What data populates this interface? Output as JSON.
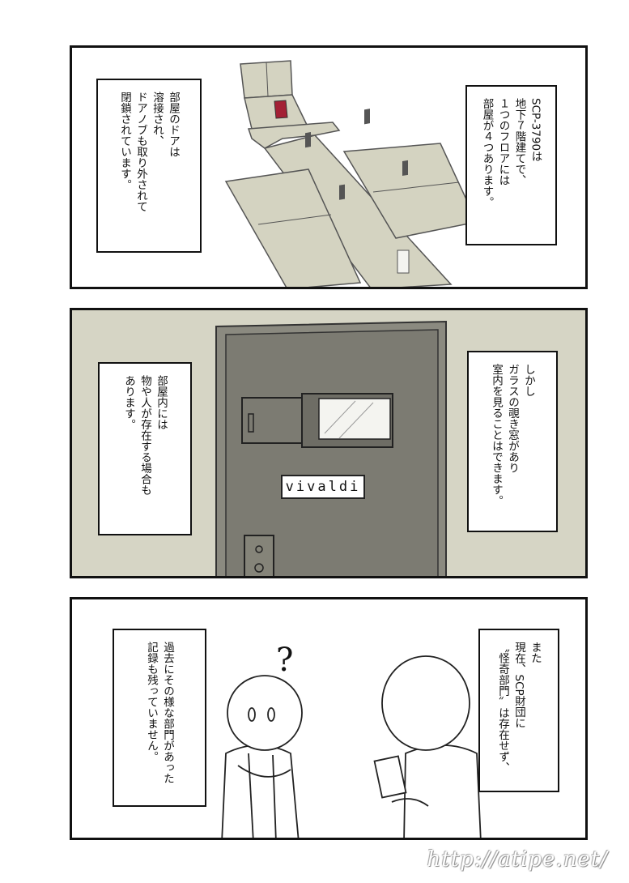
{
  "panels": [
    {
      "captions": [
        {
          "lines": [
            "部屋のドアは",
            "溶接され、",
            "ドアノブも取り外されて",
            "閉鎖されています。"
          ]
        },
        {
          "lines": [
            "SCP-3790は",
            "地下７階建てで、",
            "１つのフロアには",
            "部屋が４つあります。"
          ]
        }
      ]
    },
    {
      "captions": [
        {
          "lines": [
            "部屋内には",
            "物や人が存在する場合も",
            "あります。"
          ]
        },
        {
          "lines": [
            "しかし",
            "ガラスの覗き窓があり",
            "室内を見ることはできます。"
          ]
        }
      ],
      "nameplate": "vivaldi"
    },
    {
      "captions": [
        {
          "lines": [
            "過去にその様な部門があった",
            "記録も残っていません。"
          ]
        },
        {
          "lines": [
            "また",
            "現在、SCP財団に",
            "〝怪奇部門〟は存在せず、"
          ]
        }
      ],
      "question_mark": "?"
    }
  ],
  "watermark": "http://atipe.net/",
  "colors": {
    "floor": "#d4d3c1",
    "door": "#7c7b72",
    "wall": "#d6d5c5",
    "accent_door": "#a32035"
  }
}
